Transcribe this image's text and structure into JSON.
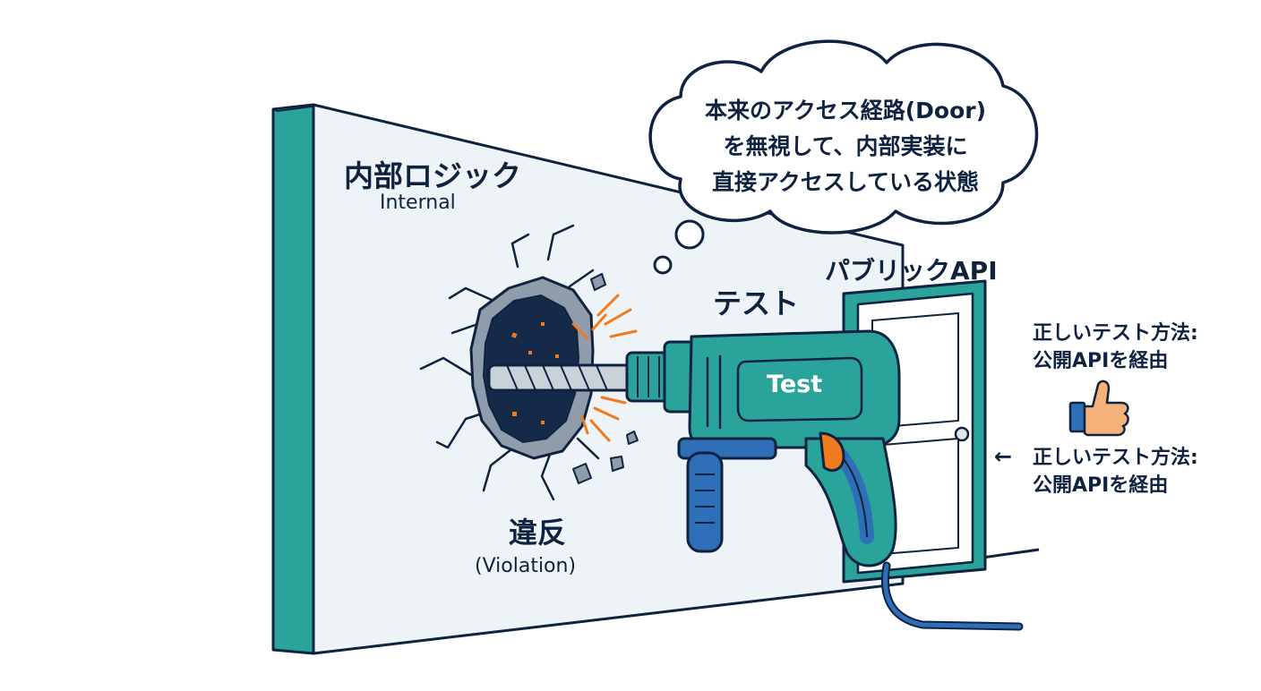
{
  "wall": {
    "title_ja": "内部ロジック",
    "title_en": "Internal"
  },
  "violation": {
    "label_ja": "違反",
    "label_en": "(Violation)"
  },
  "test": {
    "label": "テスト",
    "drill_text": "Test"
  },
  "door": {
    "label": "パブリックAPI"
  },
  "thought_bubble": {
    "lines": [
      "本来のアクセス経路(Door)",
      "を無視して、内部実装に",
      "直接アクセスしている状態"
    ]
  },
  "side_notes": {
    "top": [
      "正しいテスト方法:",
      "公開APIを経由"
    ],
    "bottom": [
      "正しいテスト方法:",
      "公開APIを経由"
    ],
    "arrow": "←"
  },
  "icons": {
    "thumbs_up": "thumbs-up-icon"
  },
  "colors": {
    "navy": "#0f2340",
    "teal": "#2aa39a",
    "teal_dark": "#1e7d76",
    "blue": "#2f6fb8",
    "orange": "#f07a1e",
    "wall_face": "#eef3f7",
    "skin": "#f2b27a"
  }
}
